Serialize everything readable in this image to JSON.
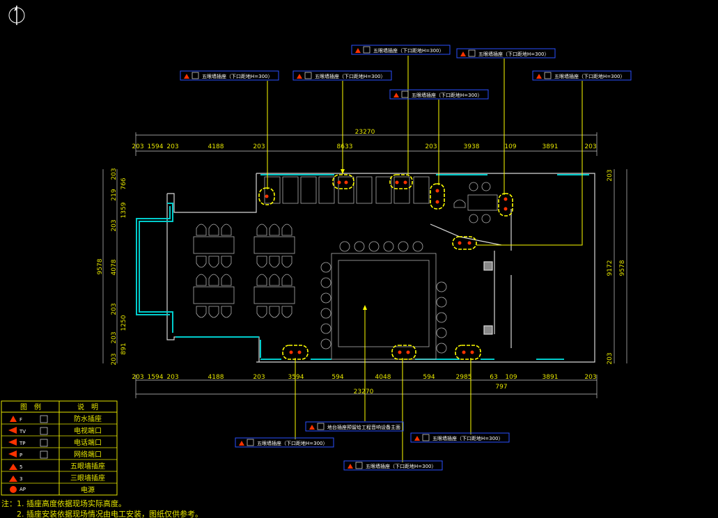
{
  "dims_top": {
    "total": "23270",
    "segments": [
      "203",
      "1594",
      "203",
      "4188",
      "203",
      "8633",
      "203",
      "3938",
      "109",
      "3891",
      "203"
    ]
  },
  "dims_bottom": {
    "total": "23270",
    "segments": [
      "203",
      "1594",
      "203",
      "4188",
      "203",
      "3594",
      "594",
      "4048",
      "594",
      "2985",
      "63",
      "109",
      "3891",
      "203"
    ],
    "extra": "797"
  },
  "dims_left": {
    "total": "9578",
    "segments": [
      "203",
      "766",
      "219",
      "1359",
      "203",
      "4078",
      "203",
      "1250",
      "203",
      "891",
      "203"
    ]
  },
  "dims_right": {
    "total": "9578",
    "segments": [
      "203",
      "9172",
      "203"
    ]
  },
  "callouts": {
    "outlet_label": "五眼墙插座（下口距地H=300）",
    "equipment_label": "地台插座预留给工程音响设备主面"
  },
  "legend": {
    "header_symbol": "图　例",
    "header_desc": "说　明",
    "rows": [
      {
        "icon": "waterproof-outlet-icon",
        "desc": "防水插座"
      },
      {
        "icon": "tv-port-icon",
        "desc": "电视端口"
      },
      {
        "icon": "phone-port-icon",
        "desc": "电话端口"
      },
      {
        "icon": "network-port-icon",
        "desc": "网络端口"
      },
      {
        "icon": "five-hole-outlet-icon",
        "desc": "五眼墙插座"
      },
      {
        "icon": "three-hole-outlet-icon",
        "desc": "三眼墙插座"
      },
      {
        "icon": "power-source-icon",
        "desc": "电源"
      }
    ]
  },
  "notes": {
    "line1": "注：1. 插座高度依据现场实际高度。",
    "line2": "2. 插座安装依据现场情况由电工安装，图纸仅供参考。"
  },
  "colors": {
    "dimension": "#e6e600",
    "wall_window": "#00cccc",
    "callout_box": "#2a4fff",
    "furniture": "#b0b0b0",
    "outlet": "#ffff00",
    "marker": "#ff3300"
  }
}
